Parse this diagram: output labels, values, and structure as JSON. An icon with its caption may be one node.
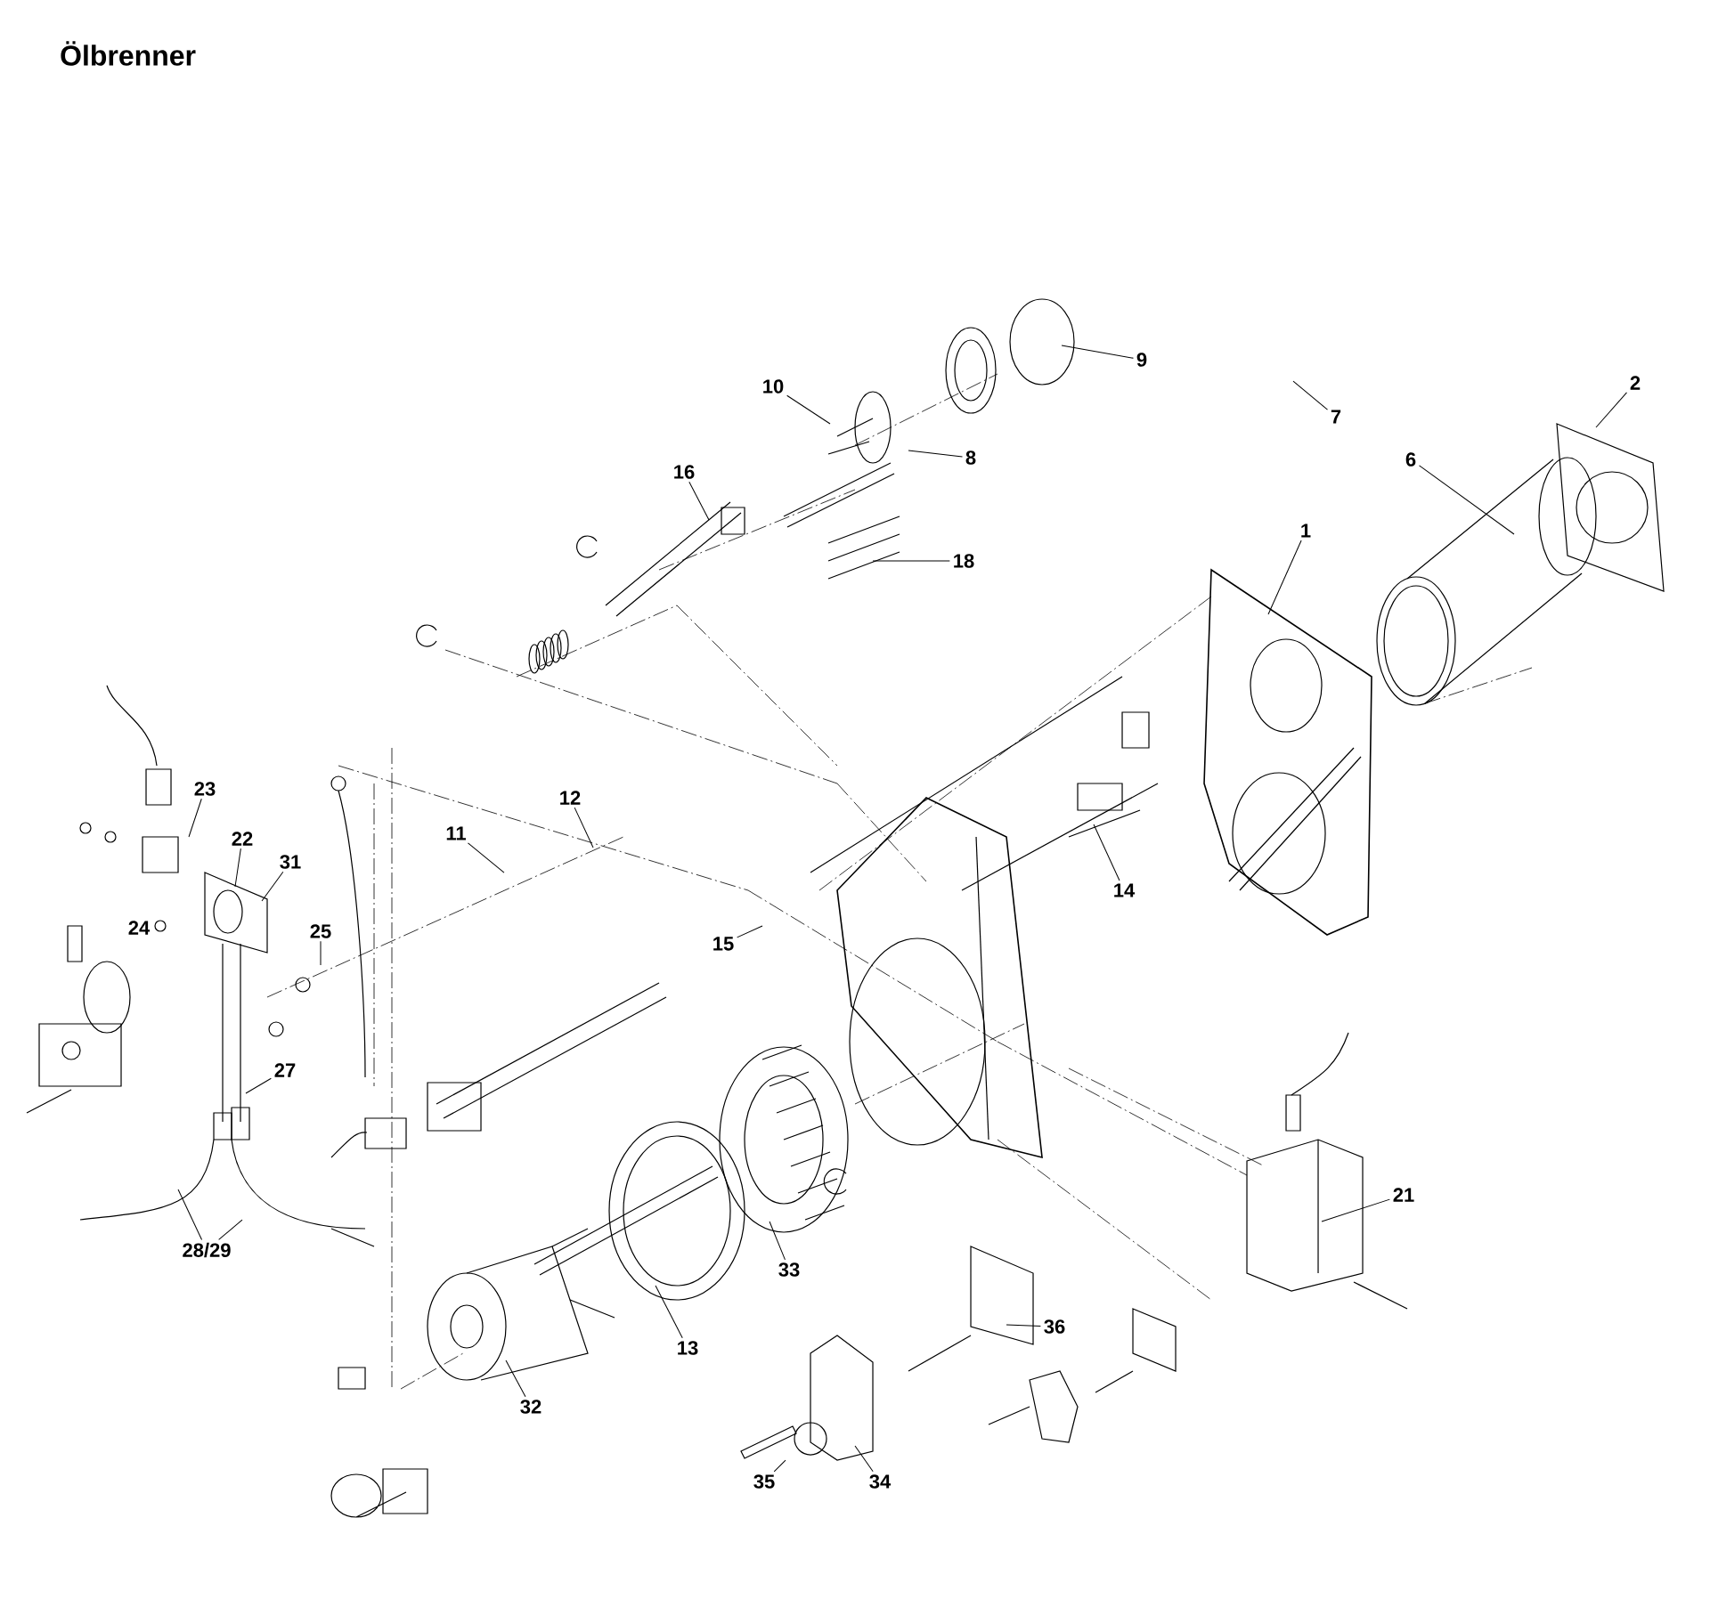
{
  "diagram": {
    "title": "Ölbrenner",
    "nodes": [
      {
        "text": [
          "9"
        ]
      },
      {
        "text": [
          "2"
        ]
      },
      {
        "text": [
          "10"
        ]
      },
      {
        "text": [
          "7"
        ]
      },
      {
        "text": [
          "8"
        ]
      },
      {
        "text": [
          "6"
        ]
      },
      {
        "text": [
          "16"
        ]
      },
      {
        "text": [
          "1"
        ]
      },
      {
        "text": [
          "18"
        ]
      },
      {
        "text": [
          "23"
        ]
      },
      {
        "text": [
          "12"
        ]
      },
      {
        "text": [
          "11"
        ]
      },
      {
        "text": [
          "22"
        ]
      },
      {
        "text": [
          "31"
        ]
      },
      {
        "text": [
          "14"
        ]
      },
      {
        "text": [
          "25"
        ]
      },
      {
        "text": [
          "15"
        ]
      },
      {
        "text": [
          "27"
        ]
      },
      {
        "text": [
          "21"
        ]
      },
      {
        "text": [
          "28/29"
        ]
      },
      {
        "text": [
          "33"
        ]
      },
      {
        "text": [
          "36"
        ]
      },
      {
        "text": [
          "13"
        ]
      },
      {
        "text": [
          "32"
        ]
      },
      {
        "text": [
          "35"
        ]
      },
      {
        "text": [
          "34"
        ]
      }
    ],
    "edges": [
      {
        "from": 0,
        "to": null,
        "arrow": "none"
      },
      {
        "from": 1,
        "to": null,
        "arrow": "none"
      },
      {
        "from": 2,
        "to": null,
        "arrow": "none"
      },
      {
        "from": 3,
        "to": null,
        "arrow": "none"
      },
      {
        "from": 4,
        "to": null,
        "arrow": "none"
      },
      {
        "from": 5,
        "to": null,
        "arrow": "none"
      },
      {
        "from": 6,
        "to": null,
        "arrow": "none"
      },
      {
        "from": 7,
        "to": null,
        "arrow": "none"
      },
      {
        "from": 8,
        "to": null,
        "arrow": "none"
      },
      {
        "from": 9,
        "to": null,
        "arrow": "none"
      },
      {
        "from": 10,
        "to": null,
        "arrow": "none"
      },
      {
        "from": 11,
        "to": null,
        "arrow": "none"
      },
      {
        "from": 12,
        "to": null,
        "arrow": "none"
      },
      {
        "from": 13,
        "to": null,
        "arrow": "none"
      },
      {
        "from": 14,
        "to": null,
        "arrow": "none"
      },
      {
        "from": 15,
        "to": null,
        "arrow": "none"
      },
      {
        "from": 16,
        "to": null,
        "arrow": "none"
      },
      {
        "from": 17,
        "to": null,
        "arrow": "none"
      },
      {
        "from": 18,
        "to": null,
        "arrow": "none"
      },
      {
        "from": 19,
        "to": null,
        "arrow": "none"
      },
      {
        "from": 19,
        "to": null,
        "arrow": "none"
      },
      {
        "from": 20,
        "to": null,
        "arrow": "none"
      },
      {
        "from": 21,
        "to": null,
        "arrow": "none"
      },
      {
        "from": 22,
        "to": null,
        "arrow": "none"
      },
      {
        "from": 23,
        "to": null,
        "arrow": "none"
      },
      {
        "from": 24,
        "to": null,
        "arrow": "none"
      },
      {
        "from": 25,
        "to": null,
        "arrow": "none"
      }
    ],
    "labels": [
      "24"
    ]
  }
}
